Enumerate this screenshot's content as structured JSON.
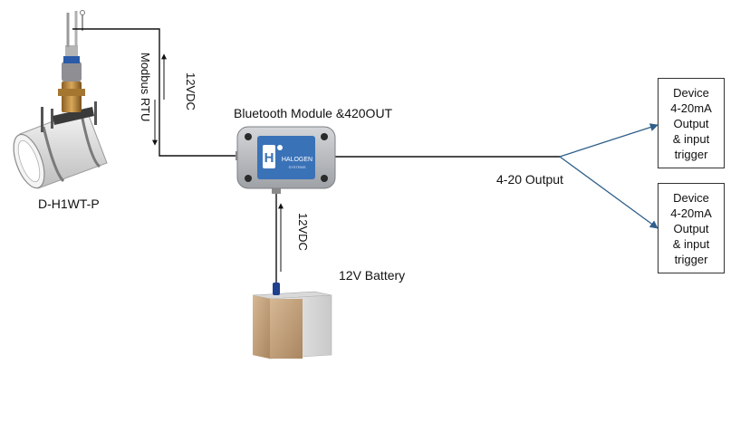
{
  "labels": {
    "sensor": "D-H1WT-P",
    "module": "Bluetooth Module &420OUT",
    "battery": "12V Battery",
    "output": "4-20 Output",
    "modbus": "Modbus RTU",
    "power_top": "12VDC",
    "power_battery": "12VDC"
  },
  "module_logo": {
    "letter": "H",
    "brand": "HALOGEN",
    "sub": "SYSTEMS"
  },
  "devices": [
    {
      "lines": [
        "Device",
        "4-20mA",
        "Output",
        "& input",
        "trigger"
      ]
    },
    {
      "lines": [
        "Device",
        "4-20mA",
        "Output",
        "& input",
        "trigger"
      ]
    }
  ],
  "colors": {
    "wire": "#111111",
    "arrow_blue": "#2f5f8a",
    "module_body": "#b9bcc0",
    "module_panel": "#3a72b8",
    "battery_front": "#c8a884",
    "battery_side": "#e0e0e0",
    "pipe": "#e6e6e6",
    "brass": "#b8873a"
  }
}
